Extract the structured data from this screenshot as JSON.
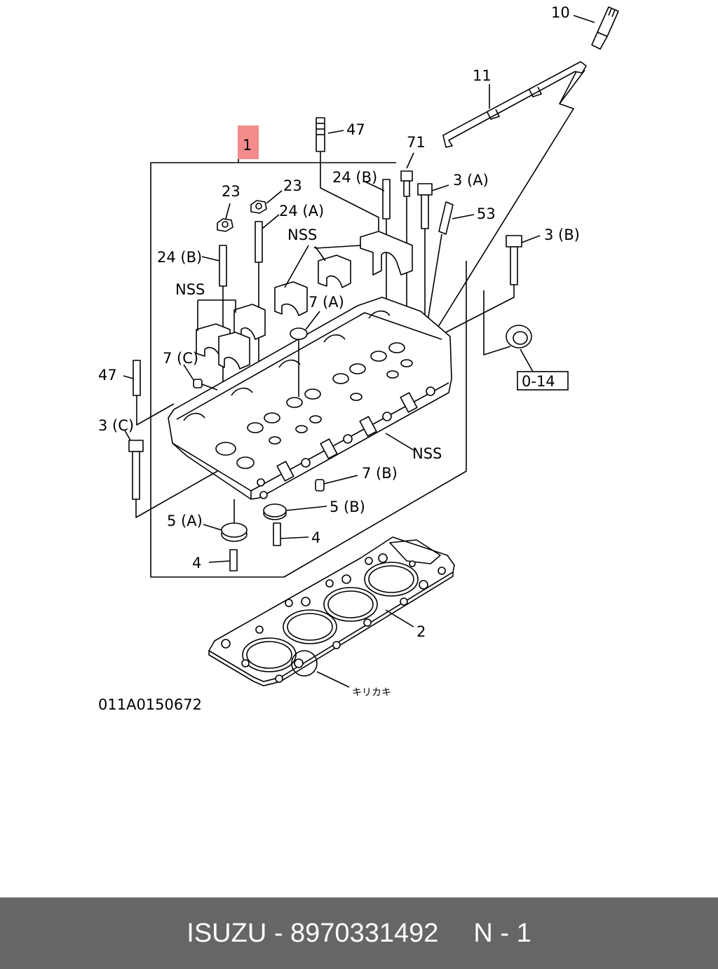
{
  "diagram": {
    "callouts": {
      "c10": "10",
      "c11": "11",
      "c47a": "47",
      "c1": "1",
      "c71": "71",
      "c24b_a": "24 (B)",
      "c3a": "3 (A)",
      "c53": "53",
      "c3b": "3 (B)",
      "c23a": "23",
      "c23b": "23",
      "c24a": "24 (A)",
      "c24b_b": "24 (B)",
      "nss_a": "NSS",
      "nss_b": "NSS",
      "nss_c": "NSS",
      "c7a": "7 (A)",
      "c7c": "7 (C)",
      "c47b": "47",
      "c3c": "3 (C)",
      "c7b": "7 (B)",
      "c5a": "5 (A)",
      "c5b": "5 (B)",
      "c4a": "4",
      "c4b": "4",
      "c2": "2",
      "ref_box": "0-14",
      "notch": "キリカキ"
    },
    "drawing_code": "011A0150672",
    "highlight_color": "#f48b8b"
  },
  "footer": {
    "brand_part": "ISUZU - 8970331492",
    "page": "N - 1"
  }
}
